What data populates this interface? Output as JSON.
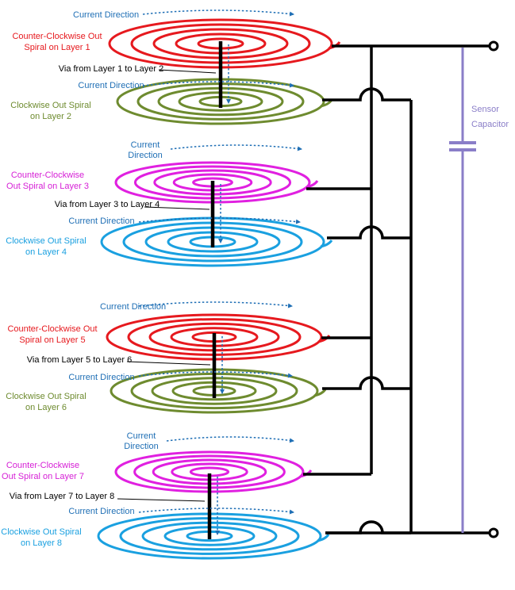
{
  "colors": {
    "red": "#e6191e",
    "green": "#6e8b2f",
    "magenta": "#e020e0",
    "cyan": "#1aa0e0",
    "current_blue": "#1f6fb5",
    "capacitor_purple": "#8a7ec8",
    "wire": "#000000"
  },
  "capacitor": {
    "line1": "Sensor",
    "line2": "Capacitor"
  },
  "groups": [
    {
      "current_top": "Current Direction",
      "upper_label": [
        "Counter-Clockwise Out",
        "Spiral on Layer 1"
      ],
      "upper_color": "red",
      "via_label": "Via from Layer 1 to Layer 2",
      "current_mid": "Current Direction",
      "lower_label": [
        "Clockwise Out Spiral",
        "on Layer 2"
      ],
      "lower_color": "green"
    },
    {
      "current_top": [
        "Current",
        "Direction"
      ],
      "upper_label": [
        "Counter-Clockwise",
        "Out Spiral on Layer 3"
      ],
      "upper_color": "magenta",
      "via_label": "Via from Layer 3 to Layer 4",
      "current_mid": "Current Direction",
      "lower_label": [
        "Clockwise Out Spiral",
        "on Layer 4"
      ],
      "lower_color": "cyan"
    },
    {
      "current_top": "Current Direction",
      "upper_label": [
        "Counter-Clockwise Out",
        "Spiral on Layer 5"
      ],
      "upper_color": "red",
      "via_label": "Via from Layer 5 to Layer 6",
      "current_mid": "Current Direction",
      "lower_label": [
        "Clockwise Out Spiral",
        "on Layer 6"
      ],
      "lower_color": "green"
    },
    {
      "current_top": [
        "Current",
        "Direction"
      ],
      "upper_label": [
        "Counter-Clockwise",
        "Out Spiral on Layer 7"
      ],
      "upper_color": "magenta",
      "via_label": "Via from Layer 7 to Layer 8",
      "current_mid": "Current Direction",
      "lower_label": [
        "Clockwise Out Spiral",
        "on Layer 8"
      ],
      "lower_color": "cyan"
    }
  ]
}
